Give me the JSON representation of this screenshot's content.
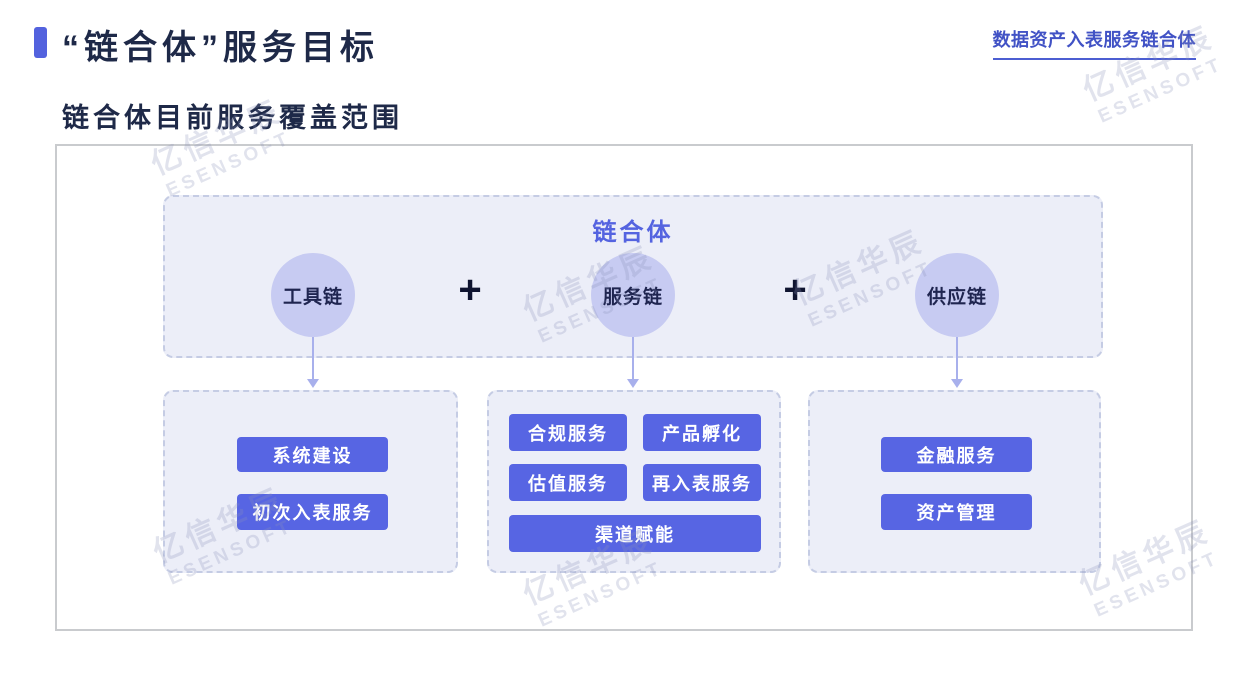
{
  "header": {
    "title": "“链合体”服务目标",
    "corner_link": "数据资产入表服务链合体"
  },
  "section": {
    "subtitle": "链合体目前服务覆盖范围"
  },
  "diagram": {
    "group_title": "链合体",
    "plus_sign": "+",
    "chains": [
      "工具链",
      "服务链",
      "供应链"
    ],
    "tool_chain_services": [
      "系统建设",
      "初次入表服务"
    ],
    "service_chain_services": [
      "合规服务",
      "产品孵化",
      "估值服务",
      "再入表服务",
      "渠道赋能"
    ],
    "supply_chain_services": [
      "金融服务",
      "资产管理"
    ]
  },
  "watermark": {
    "line1": "亿信华辰",
    "line2": "ESENSOFT"
  },
  "colors": {
    "accent_blue": "#5362DE",
    "title_text": "#1E2948",
    "corner_link_blue": "#4152C5",
    "panel_bg": "#ECEEF8",
    "panel_dashed_border": "#C5CCE4",
    "circle_bg": "#C7CBF2",
    "chip_bg": "#5765E3",
    "arrow": "#A8B0EC",
    "group_title_blue": "#5463E0"
  }
}
